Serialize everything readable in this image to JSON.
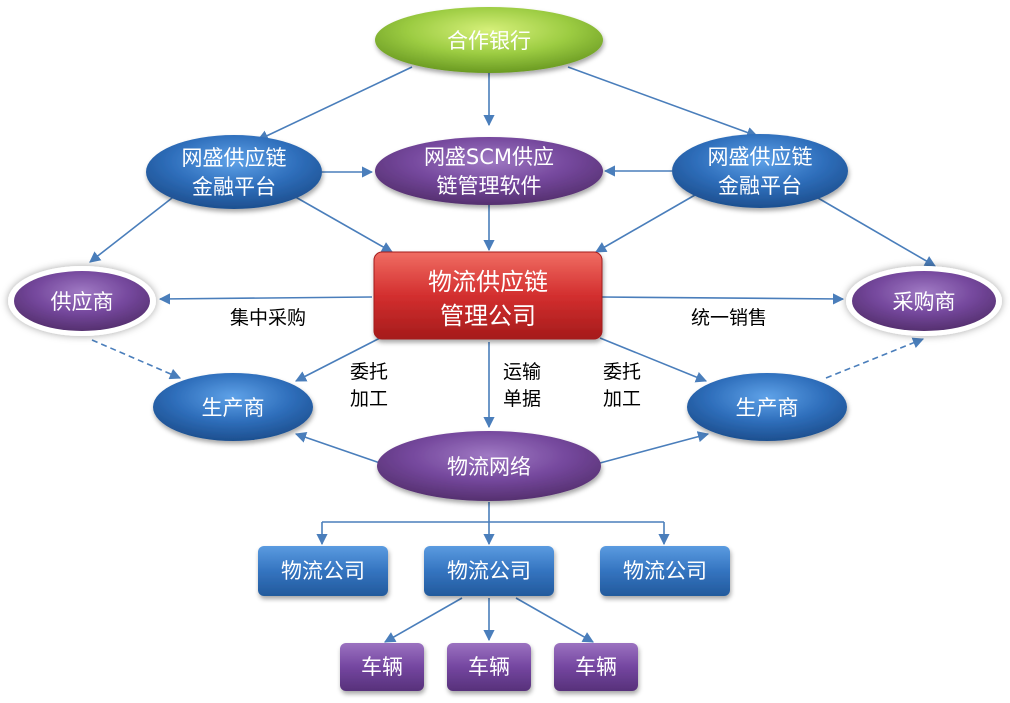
{
  "nodes": {
    "bank": "合作银行",
    "finance_left": [
      "网盛供应链",
      "金融平台"
    ],
    "scm": [
      "网盛SCM供应",
      "链管理软件"
    ],
    "finance_right": [
      "网盛供应链",
      "金融平台"
    ],
    "center": [
      "物流供应链",
      "管理公司"
    ],
    "supplier": "供应商",
    "buyer": "采购商",
    "producer_left": "生产商",
    "producer_right": "生产商",
    "logistics_network": "物流网络",
    "company_1": "物流公司",
    "company_2": "物流公司",
    "company_3": "物流公司",
    "vehicle_1": "车辆",
    "vehicle_2": "车辆",
    "vehicle_3": "车辆"
  },
  "edge_labels": {
    "central_purchase": "集中采购",
    "unified_sales": "统一销售",
    "entrust_left": [
      "委托",
      "加工"
    ],
    "transport_docs": [
      "运输",
      "单据"
    ],
    "entrust_right": [
      "委托",
      "加工"
    ]
  },
  "colors": {
    "green": "#8bc34a",
    "blue": "#2e6db3",
    "purple": "#6a3d92",
    "red": "#c62828",
    "white": "#ffffff",
    "link": "#4a7ebb"
  }
}
